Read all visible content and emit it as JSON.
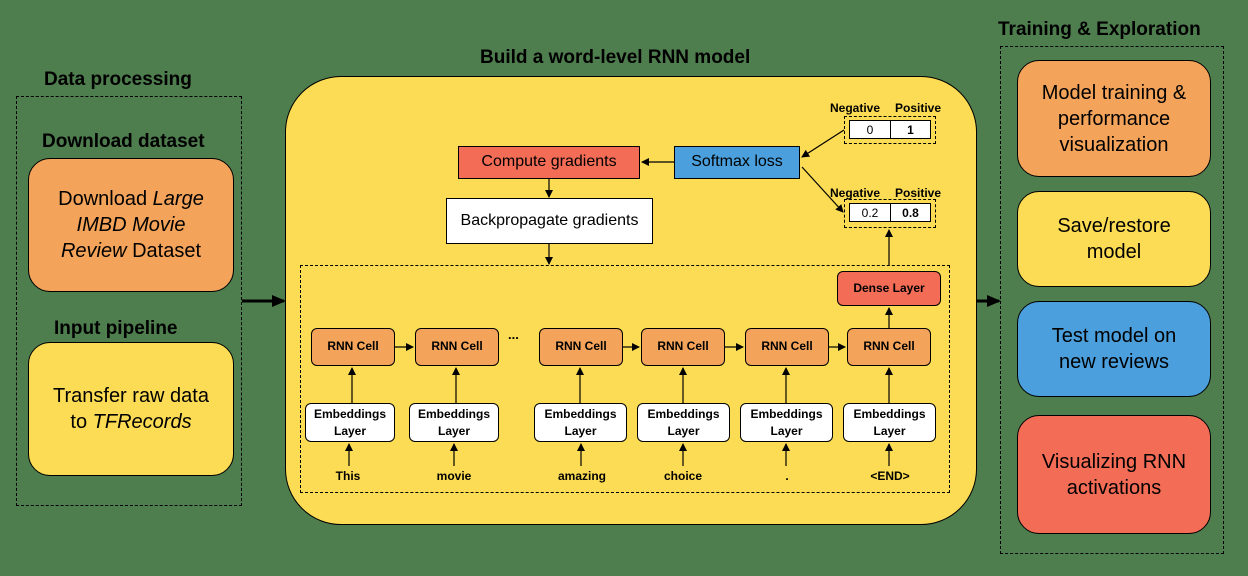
{
  "data_processing": {
    "title": "Data processing",
    "download_title": "Download dataset",
    "download_box": {
      "pre": "Download ",
      "italic": "Large IMBD Movie Review",
      "post": " Dataset"
    },
    "input_title": "Input pipeline",
    "input_box": {
      "pre": "Transfer raw data to ",
      "italic": "TFRecords"
    }
  },
  "model": {
    "title": "Build a word-level RNN model",
    "compute_gradients": "Compute gradients",
    "softmax_loss": "Softmax loss",
    "backprop": "Backpropagate gradients",
    "dense_layer": "Dense Layer",
    "output_top": {
      "neg_label": "Negative",
      "pos_label": "Positive",
      "neg": "0",
      "pos": "1"
    },
    "output_bottom": {
      "neg_label": "Negative",
      "pos_label": "Positive",
      "neg": "0.2",
      "pos": "0.8"
    },
    "rnn_label": "RNN Cell",
    "emb_label": "Embeddings Layer",
    "ellipsis": "...",
    "words": [
      "This",
      "movie",
      "amazing",
      "choice",
      ".",
      "<END>"
    ]
  },
  "training": {
    "title": "Training & Exploration",
    "items": [
      {
        "label": "Model training & performance visualization",
        "color": "#f4a45a"
      },
      {
        "label": "Save/restore model",
        "color": "#fcdc54"
      },
      {
        "label": "Test model on new reviews",
        "color": "#4a9fdc"
      },
      {
        "label": "Visualizing RNN activations",
        "color": "#f36c56"
      }
    ]
  }
}
